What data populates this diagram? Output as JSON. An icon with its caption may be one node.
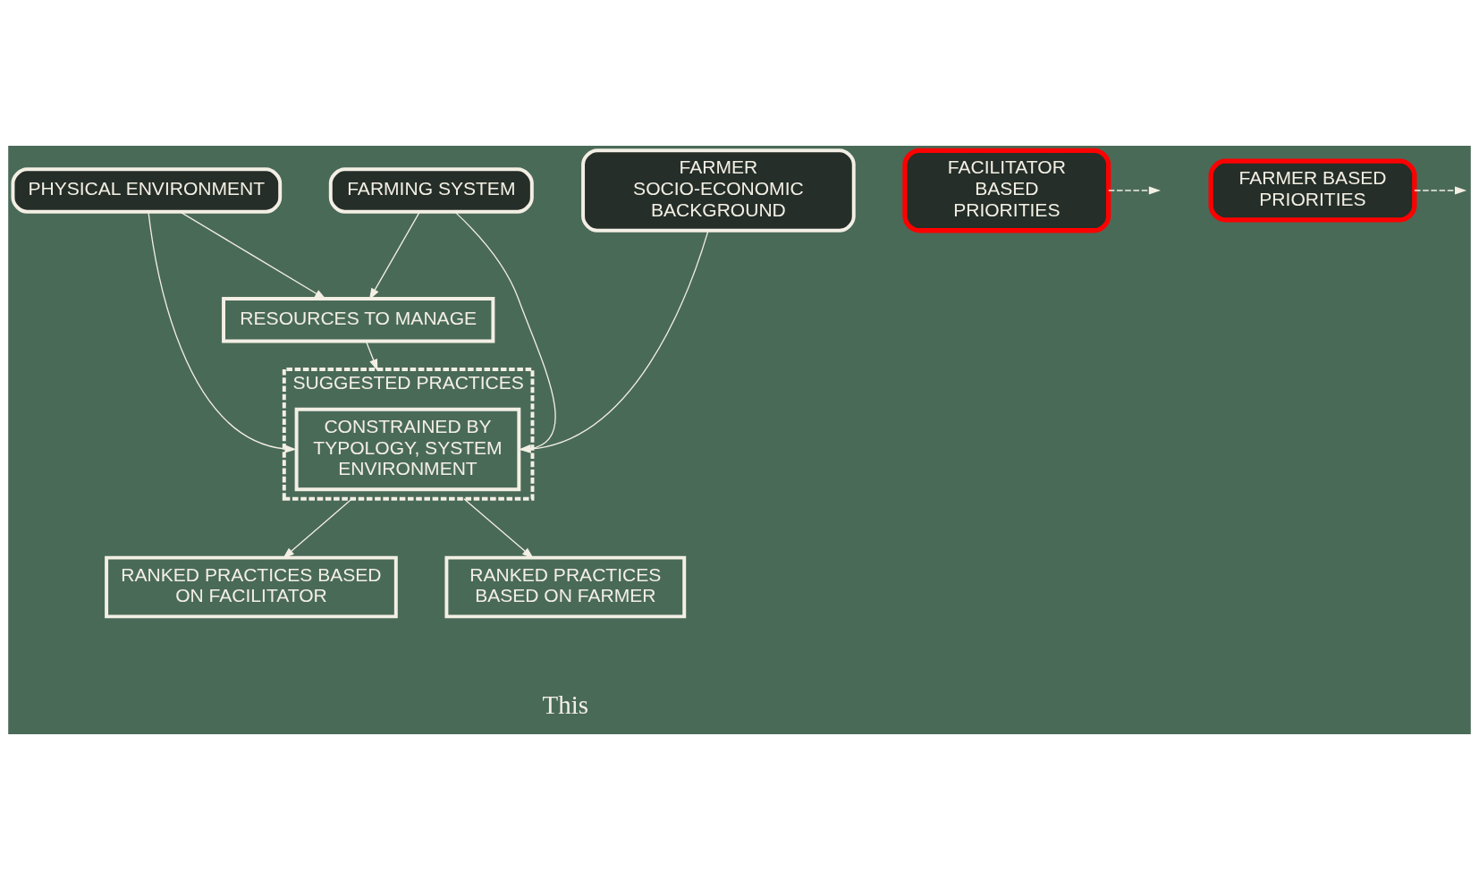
{
  "diagram": {
    "nodes": [
      {
        "text": [
          "PHYSICAL ENVIRONMENT"
        ]
      },
      {
        "text": [
          "FARMING SYSTEM"
        ]
      },
      {
        "text": [
          "FARMER SOCIO-ECONOMIC BACKGROUND"
        ]
      },
      {
        "text": [
          "RESOURCES TO MANAGE"
        ]
      },
      {
        "text": [
          "SUGGESTED PRACTICES"
        ]
      },
      {
        "text": [
          "CONSTRAINED BY TYPOLOGY, SYSTEM ENVIRONMENT"
        ],
        "in": 4
      },
      {
        "text": [
          "FACILITATOR BASED PRIORITIES"
        ]
      },
      {
        "text": [
          "FARMER BASED PRIORITIES"
        ]
      },
      {
        "text": [
          "RANKED PRACTICES BASED ON FACILITATOR"
        ]
      },
      {
        "text": [
          "RANKED PRACTICES BASED ON FARMER"
        ]
      }
    ],
    "edges": [
      {
        "from": 0,
        "to": 3,
        "arrow": "to"
      },
      {
        "from": 1,
        "to": 3,
        "arrow": "to"
      },
      {
        "from": 0,
        "to": 5,
        "arrow": "to"
      },
      {
        "from": 1,
        "to": 5,
        "arrow": "to"
      },
      {
        "from": 2,
        "to": 5,
        "arrow": "to"
      },
      {
        "from": 3,
        "to": 4,
        "arrow": "to"
      },
      {
        "from": 4,
        "to": 8,
        "arrow": "to"
      },
      {
        "from": 4,
        "to": 9,
        "arrow": "to"
      },
      {
        "from": 6,
        "to": null,
        "arrow": "to",
        "style": "dashed"
      },
      {
        "from": 7,
        "to": null,
        "arrow": "to",
        "style": "dashed"
      }
    ],
    "labels": [
      "This"
    ]
  }
}
